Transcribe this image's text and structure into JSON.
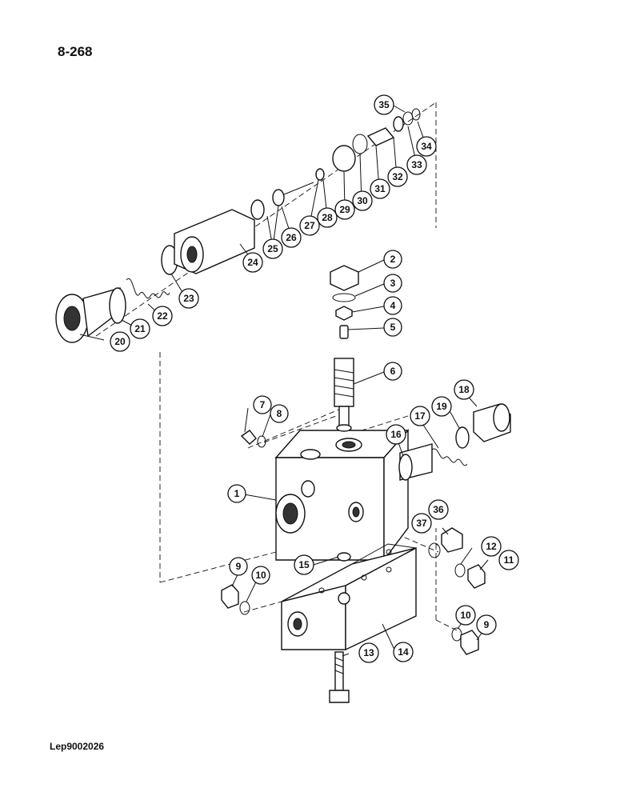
{
  "page_number": "8-268",
  "document_code": "Lep9002026",
  "callouts": {
    "c1": "1",
    "c2": "2",
    "c3": "3",
    "c4": "4",
    "c5": "5",
    "c6": "6",
    "c7": "7",
    "c8": "8",
    "c9a": "9",
    "c9b": "9",
    "c10a": "10",
    "c10b": "10",
    "c11": "11",
    "c12": "12",
    "c13": "13",
    "c14": "14",
    "c15": "15",
    "c16": "16",
    "c17": "17",
    "c18": "18",
    "c19": "19",
    "c20": "20",
    "c21": "21",
    "c22": "22",
    "c23": "23",
    "c24": "24",
    "c25": "25",
    "c26": "26",
    "c27": "27",
    "c28": "28",
    "c29": "29",
    "c30": "30",
    "c31": "31",
    "c32": "32",
    "c33": "33",
    "c34": "34",
    "c35": "35",
    "c36": "36",
    "c37": "37"
  }
}
